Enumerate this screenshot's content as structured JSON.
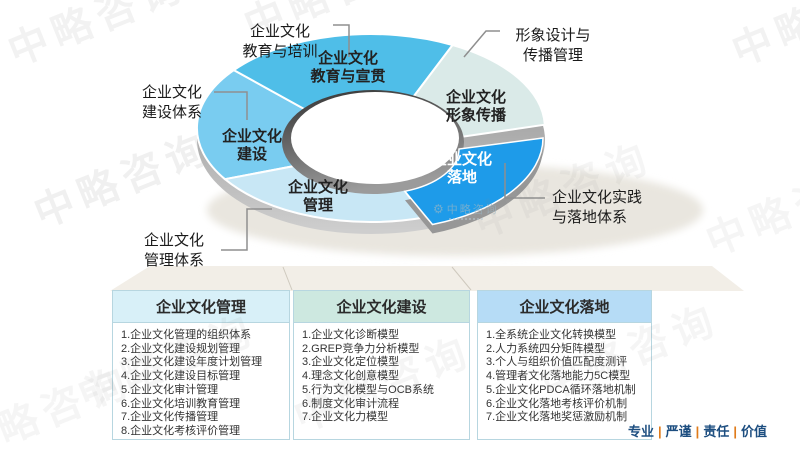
{
  "watermark": {
    "text": "中略咨询"
  },
  "logo": {
    "text": "中略咨询"
  },
  "chart": {
    "segments": {
      "edu": {
        "line1": "企业文化",
        "line2": "教育与宣贯"
      },
      "image": {
        "line1": "企业文化",
        "line2": "形象传播"
      },
      "landing": {
        "line1": "企业文化",
        "line2": "落地"
      },
      "mgmt": {
        "line1": "企业文化",
        "line2": "管理"
      },
      "build": {
        "line1": "企业文化",
        "line2": "建设"
      }
    },
    "callouts": {
      "training": {
        "line1": "企业文化",
        "line2": "教育与培训"
      },
      "design": {
        "line1": "形象设计与",
        "line2": "传播管理"
      },
      "build_system": {
        "line1": "企业文化",
        "line2": "建设体系"
      },
      "mgmt_system": {
        "line1": "企业文化",
        "line2": "管理体系"
      },
      "practice": {
        "line1": "企业文化实践",
        "line2": "与落地体系"
      }
    },
    "colors": {
      "segment_edu": "#4FBEE8",
      "segment_image": "#DAEAE8",
      "segment_landing": "#1E9BE9",
      "segment_mgmt": "#C8E7F5",
      "segment_build": "#79CCF0",
      "header_1": "#D8F0F8",
      "header_2": "#CDE8E0",
      "header_3": "#B6DCF6",
      "motto_text": "#1D4E80",
      "motto_separator": "#E07B1A"
    }
  },
  "columns": [
    {
      "title": "企业文化管理",
      "items": [
        "1.企业文化管理的组织体系",
        "2.企业文化建设规划管理",
        "3.企业文化建设年度计划管理",
        "4.企业文化建设目标管理",
        "5.企业文化审计管理",
        "6.企业文化培训教育管理",
        "7.企业文化传播管理",
        "8.企业文化考核评价管理"
      ]
    },
    {
      "title": "企业文化建设",
      "items": [
        "1.企业文化诊断模型",
        "2.GREP竞争力分析模型",
        "3.企业文化定位模型",
        "4.理念文化创意模型",
        "5.行为文化模型与OCB系统",
        "6.制度文化审计流程",
        "7.企业文化力模型"
      ]
    },
    {
      "title": "企业文化落地",
      "items": [
        "1.全系统企业文化转换模型",
        "2.人力系统四分矩阵模型",
        "3.个人与组织价值匹配度测评",
        "4.管理者文化落地能力5C模型",
        "5.企业文化PDCA循环落地机制",
        "6.企业文化落地考核评价机制",
        "7.企业文化落地奖惩激励机制"
      ]
    }
  ],
  "footer": {
    "values": [
      "专业",
      "严谨",
      "责任",
      "价值"
    ],
    "separator": "|"
  }
}
